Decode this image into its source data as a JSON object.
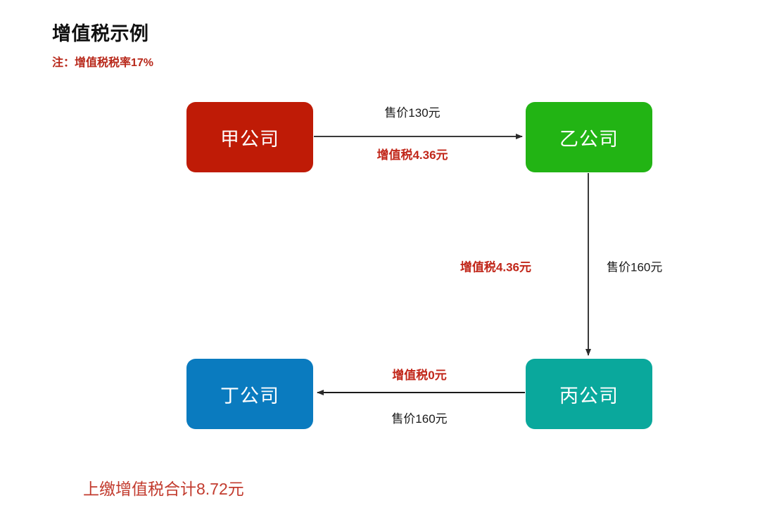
{
  "header": {
    "title": "增值税示例",
    "note": "注：增值税税率17%"
  },
  "nodes": [
    {
      "id": "jia",
      "label": "甲公司",
      "color": "#bf1b06"
    },
    {
      "id": "yi",
      "label": "乙公司",
      "color": "#22b414"
    },
    {
      "id": "bing",
      "label": "丙公司",
      "color": "#0aa89c"
    },
    {
      "id": "ding",
      "label": "丁公司",
      "color": "#0a7bbf"
    }
  ],
  "edges": [
    {
      "from": "jia",
      "to": "yi",
      "direction": "right",
      "price_label": "售价130元",
      "tax_label": "增值税4.36元"
    },
    {
      "from": "yi",
      "to": "bing",
      "direction": "down",
      "price_label": "售价160元",
      "tax_label": "增值税4.36元"
    },
    {
      "from": "bing",
      "to": "ding",
      "direction": "left",
      "price_label": "售价160元",
      "tax_label": "增值税0元"
    }
  ],
  "footer": {
    "total": "上缴增值税合计8.72元"
  },
  "colors": {
    "title": "#111111",
    "note_red": "#b8281a",
    "tax_red": "#c1271a",
    "total_red": "#c23b2e",
    "price_black": "#1a1a1a",
    "arrow": "#333333",
    "background": "#ffffff"
  }
}
